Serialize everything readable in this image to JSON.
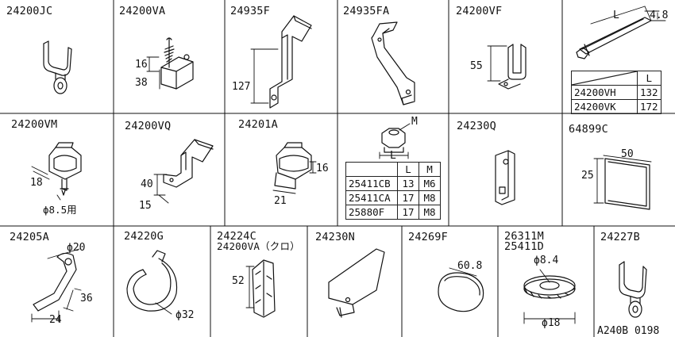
{
  "cells": {
    "r1c1": {
      "part": "24200JC"
    },
    "r1c2": {
      "part": "24200VA",
      "dims": [
        "16",
        "38"
      ]
    },
    "r1c3": {
      "part": "24935F",
      "dims": [
        "127"
      ]
    },
    "r1c4": {
      "part": "24935FA"
    },
    "r1c5": {
      "part": "24200VF",
      "dims": [
        "55"
      ]
    },
    "r1c6": {
      "dims": [
        "L",
        "4.8"
      ],
      "table": {
        "header": "L",
        "rows": [
          {
            "part": "24200VH",
            "L": "132"
          },
          {
            "part": "24200VK",
            "L": "172"
          }
        ]
      }
    },
    "r2c1": {
      "part": "24200VM",
      "dims": [
        "18",
        "ϕ8.5用"
      ]
    },
    "r2c2": {
      "part": "24200VQ",
      "dims": [
        "40",
        "15"
      ]
    },
    "r2c3": {
      "part": "24201A",
      "dims": [
        "16",
        "21"
      ]
    },
    "r2c4": {
      "dims": [
        "M",
        "L"
      ],
      "table": {
        "headers": [
          "L",
          "M"
        ],
        "rows": [
          {
            "part": "25411CB",
            "L": "13",
            "M": "M6"
          },
          {
            "part": "25411CA",
            "L": "17",
            "M": "M8"
          },
          {
            "part": "25880F",
            "L": "17",
            "M": "M8"
          }
        ]
      }
    },
    "r2c5": {
      "part": "24230Q"
    },
    "r2c6": {
      "part": "64899C",
      "dims": [
        "50",
        "25"
      ]
    },
    "r3c1": {
      "part": "24205A",
      "dims": [
        "ϕ20",
        "36",
        "24"
      ]
    },
    "r3c2": {
      "part": "24220G",
      "dims": [
        "ϕ32"
      ]
    },
    "r3c3": {
      "part": "24224C",
      "part2": "24200VA（クロ）",
      "dims": [
        "52"
      ]
    },
    "r3c4": {
      "part": "24230N"
    },
    "r3c5": {
      "part": "24269F",
      "dims": [
        "60.8"
      ]
    },
    "r3c6": {
      "part": "26311M",
      "part2": "25411D",
      "dims": [
        "ϕ8.4",
        "ϕ18"
      ]
    },
    "r3c7": {
      "part": "24227B"
    }
  },
  "drawing_code": "A240B 0198"
}
